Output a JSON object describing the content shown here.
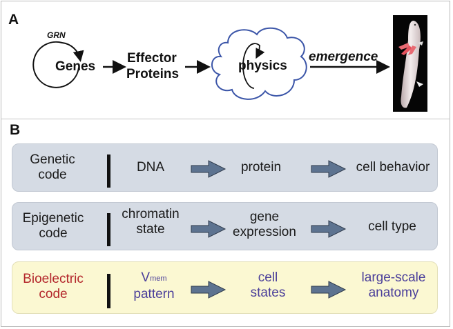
{
  "panelA": {
    "label": "A",
    "grn_label": "GRN",
    "genes": "Genes",
    "effector_line1": "Effector",
    "effector_line2": "Proteins",
    "physics": "physics",
    "emergence": "emergence",
    "image_alt": "axolotl"
  },
  "panelB": {
    "label": "B",
    "rows": [
      {
        "code_line1": "Genetic",
        "code_line2": "code",
        "step1": "DNA",
        "step2": "protein",
        "step3": "cell behavior"
      },
      {
        "code_line1": "Epigenetic",
        "code_line2": "code",
        "step1_line1": "chromatin",
        "step1_line2": "state",
        "step2_line1": "gene",
        "step2_line2": "expression",
        "step3": "cell type"
      },
      {
        "code_line1": "Bioelectric",
        "code_line2": "code",
        "step1_main": "V",
        "step1_sub": "mem",
        "step1_line2": "pattern",
        "step2_line1": "cell",
        "step2_line2": "states",
        "step3_line1": "large-scale",
        "step3_line2": "anatomy"
      }
    ]
  },
  "colors": {
    "gray_row": "#d5dbe4",
    "yellow_row": "#fbf8d2",
    "bioelectric_red": "#b3262b",
    "bioelectric_purple": "#4a3e9a",
    "arrow_fill": "#5d7390",
    "cloud_stroke": "#3b55a8"
  }
}
